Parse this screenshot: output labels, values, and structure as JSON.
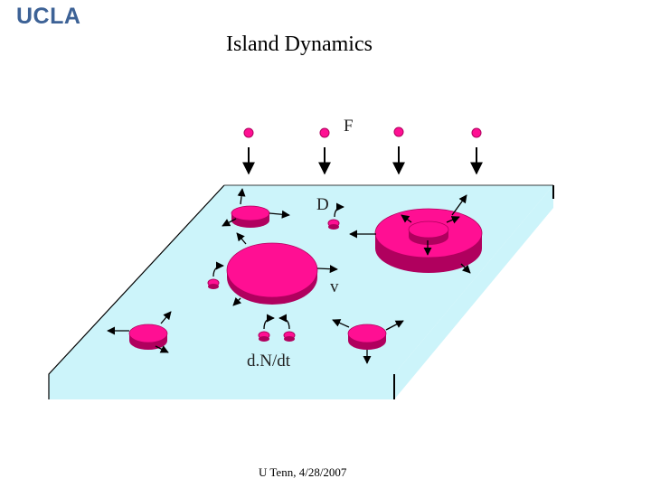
{
  "header": {
    "logo": "UCLA",
    "title": "Island Dynamics"
  },
  "diagram": {
    "labels": {
      "flux": "F",
      "diffusion": "D",
      "velocity": "v",
      "nucleation": "d.N/dt"
    },
    "colors": {
      "surface": "#ccf4fa",
      "island": "#ff0f93",
      "island_dark": "#b0005e",
      "arrow": "#000000"
    }
  },
  "footer": {
    "credit": "U Tenn, 4/28/2007"
  }
}
